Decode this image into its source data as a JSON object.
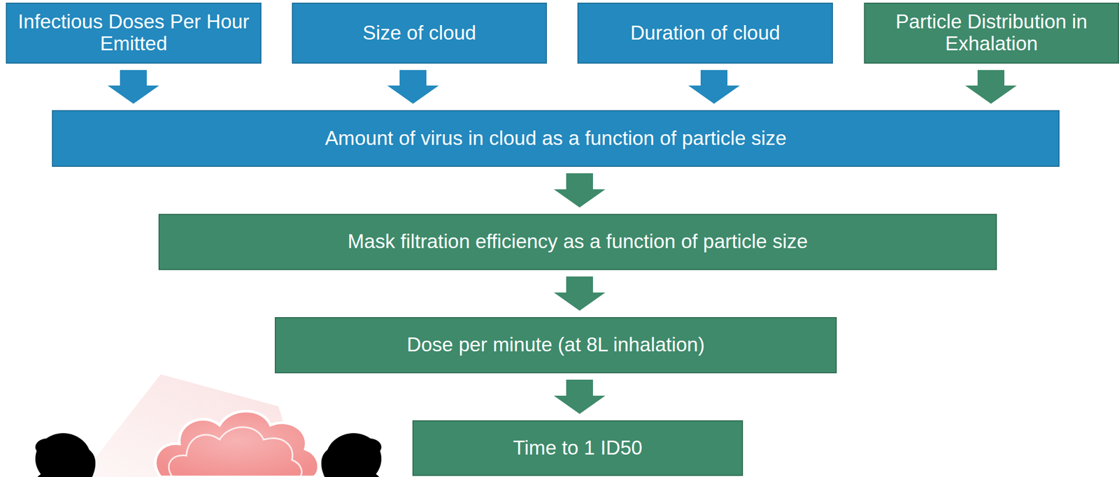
{
  "diagram": {
    "nodes": [
      {
        "text": [
          "Infectious Doses Per Hour Emitted"
        ]
      },
      {
        "text": [
          "Size of cloud"
        ]
      },
      {
        "text": [
          "Duration of cloud"
        ]
      },
      {
        "text": [
          "Particle Distribution in Exhalation"
        ]
      },
      {
        "text": [
          "Amount of virus in cloud as a function of particle size"
        ]
      },
      {
        "text": [
          "Mask filtration efficiency as a function of particle size"
        ]
      },
      {
        "text": [
          "Dose per minute (at 8L inhalation)"
        ]
      },
      {
        "text": [
          "Time to 1 ID50"
        ]
      }
    ],
    "edges": [
      {
        "from": 0,
        "to": 4,
        "arrow": "to"
      },
      {
        "from": 1,
        "to": 4,
        "arrow": "to"
      },
      {
        "from": 2,
        "to": 4,
        "arrow": "to"
      },
      {
        "from": 3,
        "to": 4,
        "arrow": "to"
      },
      {
        "from": 4,
        "to": 5,
        "arrow": "to"
      },
      {
        "from": 5,
        "to": 6,
        "arrow": "to"
      },
      {
        "from": 6,
        "to": 7,
        "arrow": "to"
      }
    ]
  }
}
